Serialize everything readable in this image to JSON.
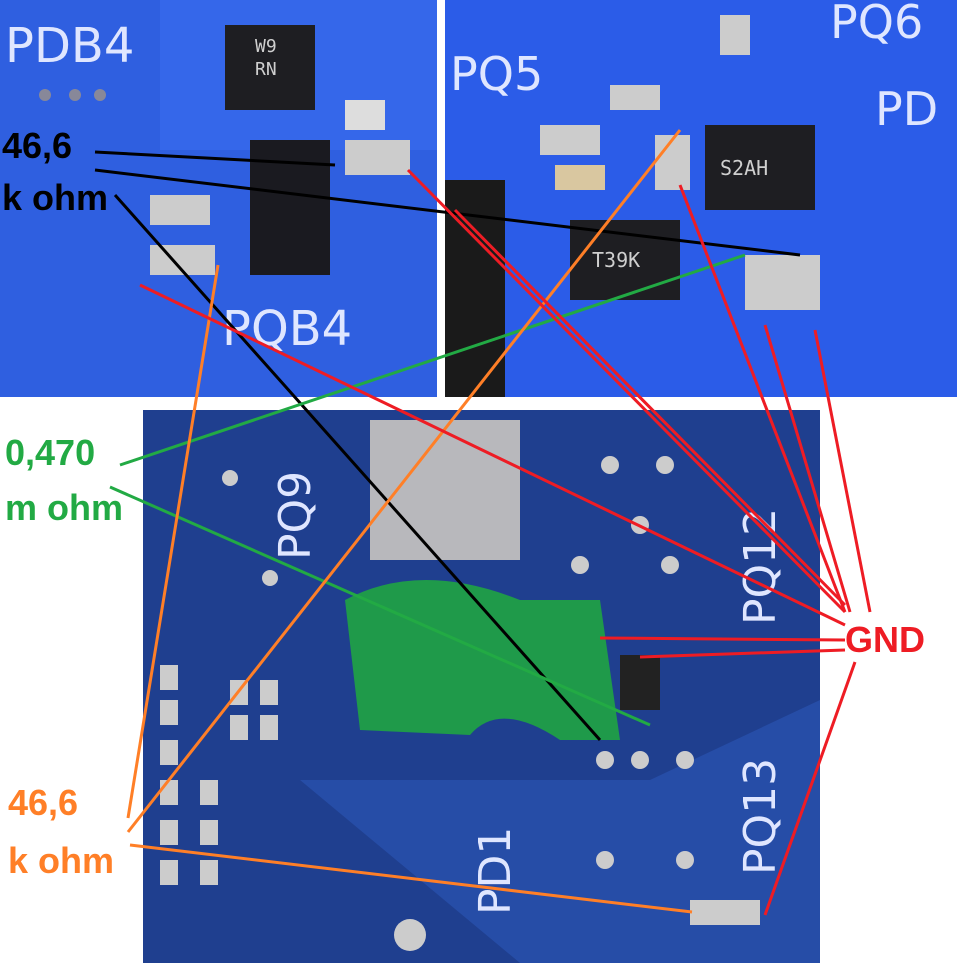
{
  "board_labels": {
    "pdb4": "PDB4",
    "pqb4": "PQB4",
    "pq5": "PQ5",
    "pq6": "PQ6",
    "pd": "PD",
    "pq9": "PQ9",
    "pq12": "PQ12",
    "pq13": "PQ13",
    "pd1": "PD1"
  },
  "chip_markings": {
    "w9": "W9",
    "rn": "RN",
    "s2ah": "S2AH",
    "t39k": "T39K"
  },
  "annotations": {
    "black": {
      "value": "46,6",
      "unit": "k ohm",
      "color": "#000000"
    },
    "green": {
      "value": "0,470",
      "unit": "m ohm",
      "color": "#22aa44"
    },
    "orange": {
      "value": "46,6",
      "unit": "k ohm",
      "color": "#ff7f27"
    },
    "gnd": {
      "label": "GND",
      "color": "#ee1c24"
    }
  }
}
